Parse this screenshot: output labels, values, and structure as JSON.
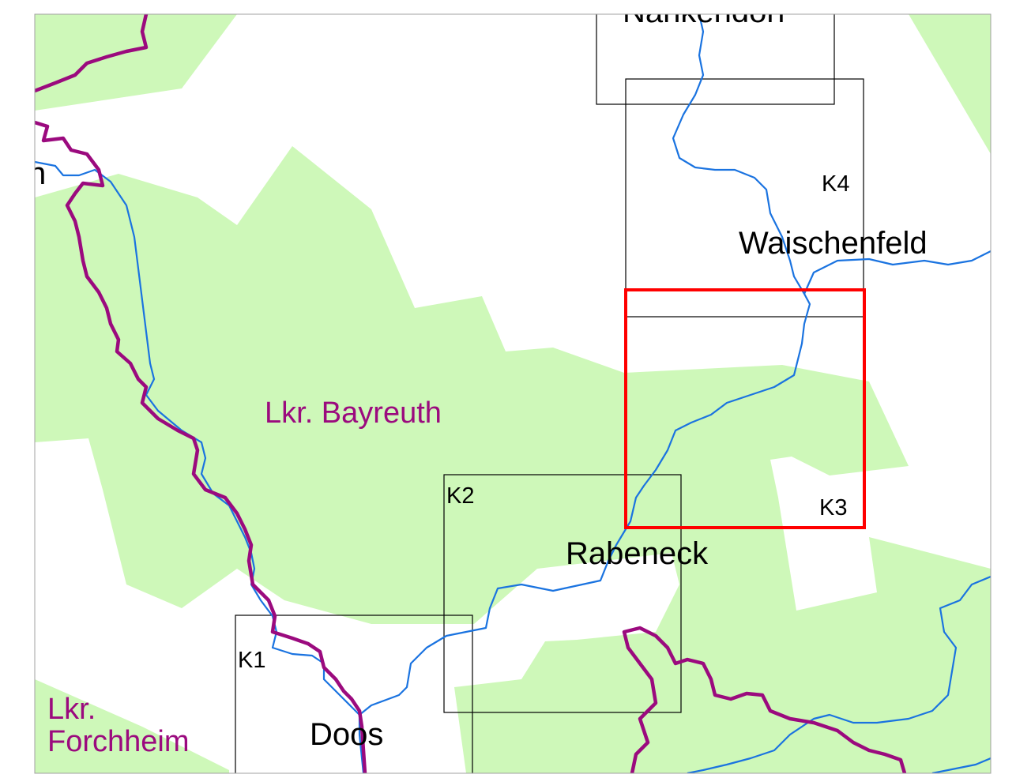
{
  "colors": {
    "background": "#ffffff",
    "district_fill": "#cef8b9",
    "district_boundary": "#9b0a7e",
    "river": "#1a73e0",
    "sheet_frame": "#000000",
    "selected_sheet": "#ff0000",
    "district_label": "#9b0a7e",
    "map_border": "#a0a0a0"
  },
  "map": {
    "districts": {
      "bayreuth": "Lkr. Bayreuth",
      "forchheim_line1": "Lkr.",
      "forchheim_line2": "Forchheim"
    },
    "towns": {
      "waischenfeld": "Waischenfeld",
      "rabeneck": "Rabeneck",
      "doos": "Doos",
      "nankendorf_cut": "Nankendorf",
      "cut_left": "n"
    },
    "sheets": [
      {
        "id": "k1",
        "label": "K1",
        "selected": false
      },
      {
        "id": "k2",
        "label": "K2",
        "selected": false
      },
      {
        "id": "k3",
        "label": "K3",
        "selected": true
      },
      {
        "id": "k4",
        "label": "K4",
        "selected": false
      }
    ]
  }
}
